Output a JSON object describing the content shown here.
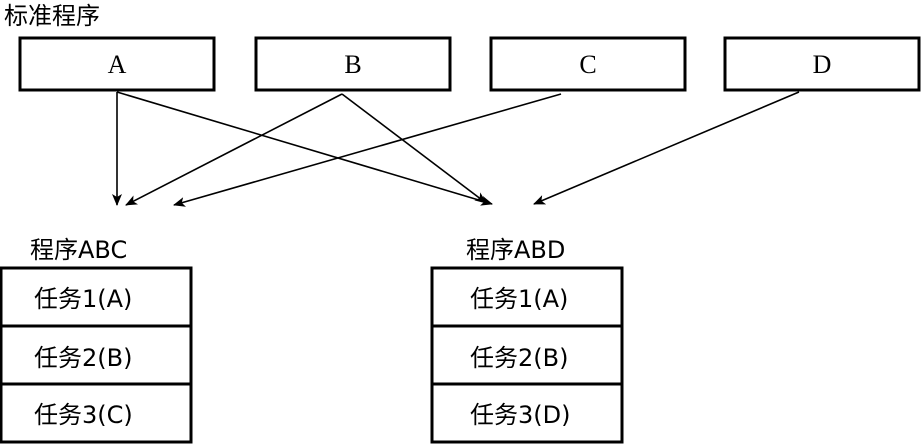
{
  "title": "标准程序",
  "standard_programs": [
    "A",
    "B",
    "C",
    "D"
  ],
  "composite_programs": [
    {
      "name": "程序ABC",
      "tasks": [
        "任务1(A)",
        "任务2(B)",
        "任务3(C)"
      ]
    },
    {
      "name": "程序ABD",
      "tasks": [
        "任务1(A)",
        "任务2(B)",
        "任务3(D)"
      ]
    }
  ],
  "links": [
    {
      "from": "A",
      "to": "程序ABC"
    },
    {
      "from": "B",
      "to": "程序ABC"
    },
    {
      "from": "C",
      "to": "程序ABC"
    },
    {
      "from": "A",
      "to": "程序ABD"
    },
    {
      "from": "B",
      "to": "程序ABD"
    },
    {
      "from": "D",
      "to": "程序ABD"
    }
  ]
}
